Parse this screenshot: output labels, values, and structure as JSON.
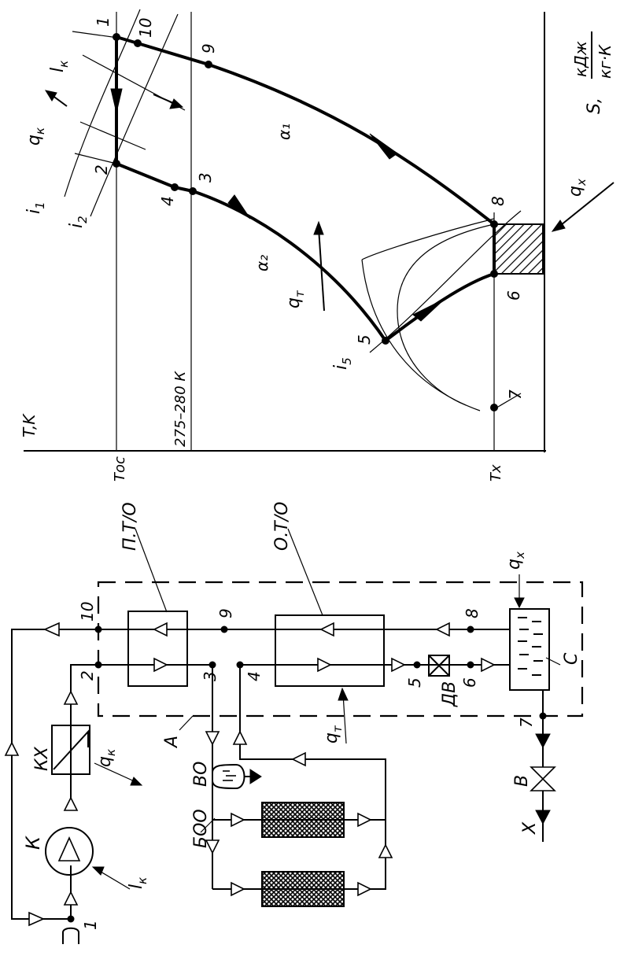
{
  "ts_diagram": {
    "axes": {
      "t_label": "T,K",
      "s_label": "S,",
      "s_unit_num": "кДж",
      "s_unit_den": "кг·К"
    },
    "ticks": {
      "t_oc": "Tос",
      "t_x": "Tх",
      "band": "275–280 К"
    },
    "points": {
      "p1": "1",
      "p2": "2",
      "p3": "3",
      "p4": "4",
      "p5": "5",
      "p6": "6",
      "p7": "7",
      "p8": "8",
      "p9": "9",
      "p10": "10"
    },
    "isenthalps": {
      "i1": "i",
      "i1_sub": "1",
      "i2": "i",
      "i2_sub": "2",
      "i5": "i",
      "i5_sub": "5"
    },
    "labels": {
      "lk": "l",
      "lk_sub": "к",
      "qk": "q",
      "qk_sub": "к",
      "qt": "q",
      "qt_sub": "т",
      "qx": "q",
      "qx_sub": "х",
      "alpha1": "α₁",
      "alpha2": "α₂"
    }
  },
  "scheme": {
    "pt_label": "П.Т/О",
    "ot_label": "О.Т/О",
    "compressor": "К",
    "cooler": "КХ",
    "vo": "ВО",
    "boo": "БОО",
    "a": "А",
    "dv": "ДВ",
    "c": "С",
    "v": "В",
    "x": "Х",
    "numbers": {
      "n1": "1",
      "n2": "2",
      "n3": "3",
      "n4": "4",
      "n5": "5",
      "n6": "6",
      "n7": "7",
      "n8": "8",
      "n9": "9",
      "n10": "10"
    },
    "labels": {
      "lk": "l",
      "lk_sub": "к",
      "qk": "q",
      "qk_sub": "к",
      "qt": "q",
      "qt_sub": "т",
      "qx": "q",
      "qx_sub": "х"
    }
  }
}
